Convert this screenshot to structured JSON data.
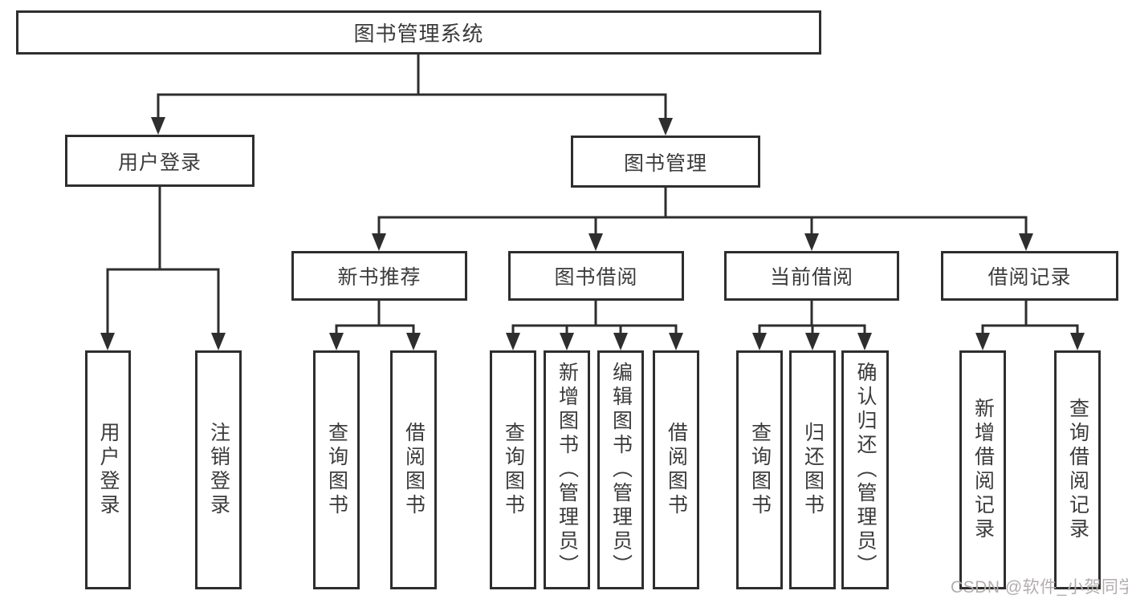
{
  "diagram": {
    "root": {
      "label": "图书管理系统"
    },
    "branches": [
      {
        "label": "用户登录",
        "children": [
          {
            "label": "用户登录"
          },
          {
            "label": "注销登录"
          }
        ]
      },
      {
        "label": "图书管理",
        "children": [
          {
            "label": "新书推荐",
            "children": [
              {
                "label": "查询图书"
              },
              {
                "label": "借阅图书"
              }
            ]
          },
          {
            "label": "图书借阅",
            "children": [
              {
                "label": "查询图书"
              },
              {
                "label": "新增图书（管理员）"
              },
              {
                "label": "编辑图书（管理员）"
              },
              {
                "label": "借阅图书"
              }
            ]
          },
          {
            "label": "当前借阅",
            "children": [
              {
                "label": "查询图书"
              },
              {
                "label": "归还图书"
              },
              {
                "label": "确认归还（管理员）"
              }
            ]
          },
          {
            "label": "借阅记录",
            "children": [
              {
                "label": "新增借阅记录"
              },
              {
                "label": "查询借阅记录"
              }
            ]
          }
        ]
      }
    ]
  },
  "watermark": {
    "text": "CSDN @软件_小贺同学"
  },
  "colors": {
    "line": "#2e2e2e",
    "node_text": "#3b3b3b",
    "watermark_text": "#b3aeae",
    "background": "#ffffff"
  }
}
